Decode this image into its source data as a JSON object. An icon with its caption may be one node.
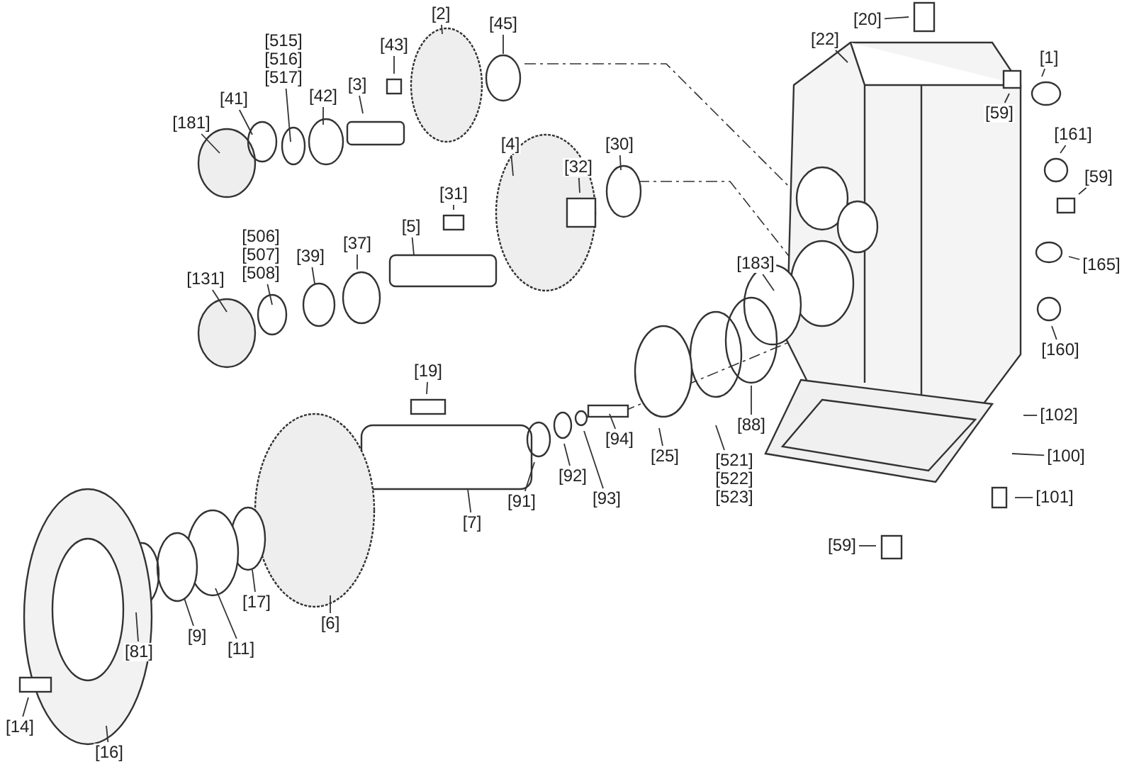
{
  "diagram": {
    "nodes": [
      {
        "text": [
          "[20]"
        ]
      },
      {
        "text": [
          "[59]"
        ]
      },
      {
        "text": [
          "[22]"
        ]
      },
      {
        "text": [
          "[1]"
        ]
      },
      {
        "text": [
          "[161]"
        ]
      },
      {
        "text": [
          "[59]"
        ]
      },
      {
        "text": [
          "[165]"
        ]
      },
      {
        "text": [
          "[160]"
        ]
      },
      {
        "text": [
          "[2]"
        ]
      },
      {
        "text": [
          "[45]"
        ]
      },
      {
        "text": [
          "[43]"
        ]
      },
      {
        "text": [
          "[3]"
        ]
      },
      {
        "text": [
          "[42]"
        ]
      },
      {
        "text": [
          "[515] [516] [517]"
        ]
      },
      {
        "text": [
          "[41]"
        ]
      },
      {
        "text": [
          "[181]"
        ]
      },
      {
        "text": [
          "[4]"
        ]
      },
      {
        "text": [
          "[31]"
        ]
      },
      {
        "text": [
          "[32]"
        ]
      },
      {
        "text": [
          "[30]"
        ]
      },
      {
        "text": [
          "[5]"
        ]
      },
      {
        "text": [
          "[37]"
        ]
      },
      {
        "text": [
          "[39]"
        ]
      },
      {
        "text": [
          "[506] [507] [508]"
        ]
      },
      {
        "text": [
          "[131]"
        ]
      },
      {
        "text": [
          "[183]"
        ]
      },
      {
        "text": [
          "[19]"
        ]
      },
      {
        "text": [
          "[94]"
        ]
      },
      {
        "text": [
          "[25]"
        ]
      },
      {
        "text": [
          "[521] [522] [523]"
        ]
      },
      {
        "text": [
          "[88]"
        ]
      },
      {
        "text": [
          "[102]"
        ]
      },
      {
        "text": [
          "[100]"
        ]
      },
      {
        "text": [
          "[101]"
        ]
      },
      {
        "text": [
          "[59]"
        ]
      },
      {
        "text": [
          "[91]"
        ]
      },
      {
        "text": [
          "[92]"
        ]
      },
      {
        "text": [
          "[93]"
        ]
      },
      {
        "text": [
          "[7]"
        ]
      },
      {
        "text": [
          "[6]"
        ]
      },
      {
        "text": [
          "[17]"
        ]
      },
      {
        "text": [
          "[11]"
        ]
      },
      {
        "text": [
          "[9]"
        ]
      },
      {
        "text": [
          "[81]"
        ]
      },
      {
        "text": [
          "[14]"
        ]
      },
      {
        "text": [
          "[16]"
        ]
      }
    ],
    "edges": [
      {
        "from": 0,
        "to": null,
        "arrow": "none"
      },
      {
        "from": 1,
        "to": null,
        "arrow": "none"
      },
      {
        "from": 2,
        "to": null,
        "arrow": "none"
      },
      {
        "from": 3,
        "to": null,
        "arrow": "none"
      },
      {
        "from": 4,
        "to": null,
        "arrow": "none"
      },
      {
        "from": 5,
        "to": null,
        "arrow": "none"
      },
      {
        "from": 6,
        "to": null,
        "arrow": "none"
      },
      {
        "from": 7,
        "to": null,
        "arrow": "none"
      },
      {
        "from": 8,
        "to": null,
        "arrow": "none"
      },
      {
        "from": 9,
        "to": null,
        "arrow": "none"
      },
      {
        "from": 10,
        "to": null,
        "arrow": "none"
      },
      {
        "from": 11,
        "to": null,
        "arrow": "none"
      },
      {
        "from": 12,
        "to": null,
        "arrow": "none"
      },
      {
        "from": 13,
        "to": null,
        "arrow": "none"
      },
      {
        "from": 14,
        "to": null,
        "arrow": "none"
      },
      {
        "from": 15,
        "to": null,
        "arrow": "none"
      },
      {
        "from": 16,
        "to": null,
        "arrow": "none"
      },
      {
        "from": 17,
        "to": null,
        "arrow": "none"
      },
      {
        "from": 18,
        "to": null,
        "arrow": "none"
      },
      {
        "from": 19,
        "to": null,
        "arrow": "none"
      },
      {
        "from": 20,
        "to": null,
        "arrow": "none"
      },
      {
        "from": 21,
        "to": null,
        "arrow": "none"
      },
      {
        "from": 22,
        "to": null,
        "arrow": "none"
      },
      {
        "from": 23,
        "to": null,
        "arrow": "none"
      },
      {
        "from": 24,
        "to": null,
        "arrow": "none"
      },
      {
        "from": 25,
        "to": null,
        "arrow": "none"
      },
      {
        "from": 26,
        "to": null,
        "arrow": "none"
      },
      {
        "from": 27,
        "to": null,
        "arrow": "none"
      },
      {
        "from": 28,
        "to": null,
        "arrow": "none"
      },
      {
        "from": 29,
        "to": null,
        "arrow": "none"
      },
      {
        "from": 30,
        "to": null,
        "arrow": "none"
      },
      {
        "from": 31,
        "to": null,
        "arrow": "none"
      },
      {
        "from": 32,
        "to": null,
        "arrow": "none"
      },
      {
        "from": 33,
        "to": null,
        "arrow": "none"
      },
      {
        "from": 34,
        "to": null,
        "arrow": "none"
      },
      {
        "from": 35,
        "to": null,
        "arrow": "none"
      },
      {
        "from": 36,
        "to": null,
        "arrow": "none"
      },
      {
        "from": 37,
        "to": null,
        "arrow": "none"
      },
      {
        "from": 38,
        "to": null,
        "arrow": "none"
      },
      {
        "from": 39,
        "to": null,
        "arrow": "none"
      },
      {
        "from": 40,
        "to": null,
        "arrow": "none"
      },
      {
        "from": 41,
        "to": null,
        "arrow": "none"
      },
      {
        "from": 42,
        "to": null,
        "arrow": "none"
      },
      {
        "from": 43,
        "to": null,
        "arrow": "none"
      },
      {
        "from": 44,
        "to": null,
        "arrow": "none"
      },
      {
        "from": 45,
        "to": null,
        "arrow": "none"
      }
    ]
  }
}
